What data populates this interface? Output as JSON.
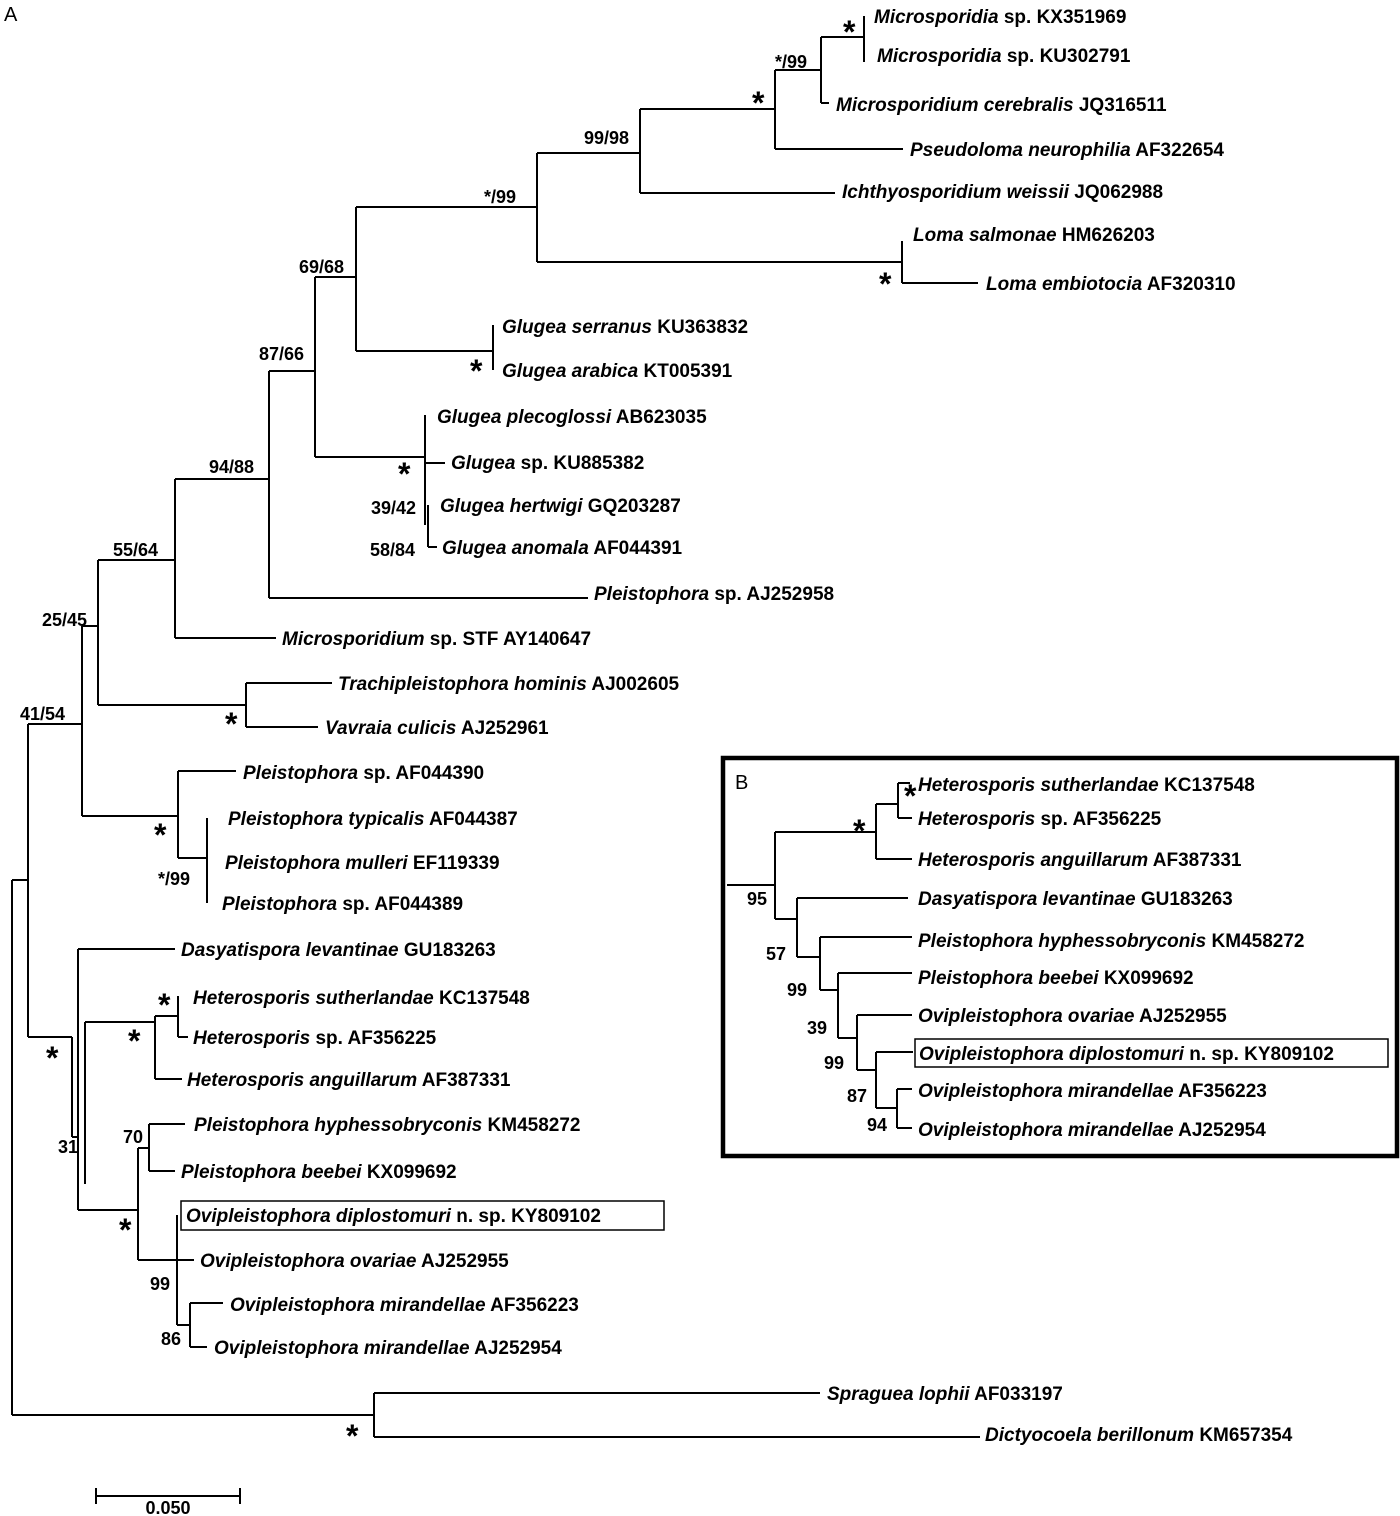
{
  "panels": {
    "a": "A",
    "b": "B"
  },
  "scale_bar": {
    "label": "0.050"
  },
  "taxa": {
    "t1": {
      "genus": "Microsporidia",
      "rest": " sp. KX351969"
    },
    "t2": {
      "genus": "Microsporidia",
      "rest": " sp. KU302791"
    },
    "t3": {
      "genus": "Microsporidium cerebralis",
      "rest": " JQ316511"
    },
    "t4": {
      "genus": "Pseudoloma neurophilia",
      "rest": " AF322654"
    },
    "t5": {
      "genus": "Ichthyosporidium weissii",
      "rest": " JQ062988"
    },
    "t6": {
      "genus": "Loma salmonae",
      "rest": " HM626203"
    },
    "t7": {
      "genus": "Loma embiotocia",
      "rest": " AF320310"
    },
    "t8": {
      "genus": "Glugea serranus",
      "rest": " KU363832"
    },
    "t9": {
      "genus": "Glugea arabica",
      "rest": " KT005391"
    },
    "t10": {
      "genus": "Glugea plecoglossi",
      "rest": " AB623035"
    },
    "t11": {
      "genus": "Glugea",
      "rest": " sp. KU885382"
    },
    "t12": {
      "genus": "Glugea hertwigi",
      "rest": " GQ203287"
    },
    "t13": {
      "genus": "Glugea anomala",
      "rest": " AF044391"
    },
    "t14": {
      "genus": "Pleistophora",
      "rest": " sp. AJ252958"
    },
    "t15": {
      "genus": "Microsporidium",
      "rest": " sp. STF AY140647"
    },
    "t16": {
      "genus": "Trachipleistophora hominis",
      "rest": " AJ002605"
    },
    "t17": {
      "genus": "Vavraia culicis",
      "rest": " AJ252961"
    },
    "t18": {
      "genus": "Pleistophora",
      "rest": " sp. AF044390"
    },
    "t19": {
      "genus": "Pleistophora typicalis",
      "rest": " AF044387"
    },
    "t20": {
      "genus": "Pleistophora mulleri",
      "rest": " EF119339"
    },
    "t21": {
      "genus": "Pleistophora",
      "rest": " sp. AF044389"
    },
    "t22": {
      "genus": "Dasyatispora levantinae",
      "rest": " GU183263"
    },
    "t23": {
      "genus": "Heterosporis sutherlandae",
      "rest": " KC137548"
    },
    "t24": {
      "genus": "Heterosporis",
      "rest": " sp. AF356225"
    },
    "t25": {
      "genus": "Heterosporis anguillarum",
      "rest": " AF387331"
    },
    "t26": {
      "genus": "Pleistophora hyphessobryconis",
      "rest": " KM458272"
    },
    "t27": {
      "genus": "Pleistophora beebei",
      "rest": " KX099692"
    },
    "t28": {
      "genus": "Ovipleistophora diplostomuri",
      "rest": " n. sp. KY809102"
    },
    "t29": {
      "genus": "Ovipleistophora ovariae",
      "rest": " AJ252955"
    },
    "t30": {
      "genus": "Ovipleistophora mirandellae",
      "rest": " AF356223"
    },
    "t31": {
      "genus": "Ovipleistophora mirandellae",
      "rest": " AJ252954"
    },
    "t32": {
      "genus": "Spraguea lophii",
      "rest": " AF033197"
    },
    "t33": {
      "genus": "Dictyocoela berillonum",
      "rest": " KM657354"
    }
  },
  "support_a": {
    "s1": "*",
    "s2": "*/99",
    "s3": "*",
    "s4": "99/98",
    "s5": "*/99",
    "s6": "*",
    "s7": "69/68",
    "s8": "*",
    "s9": "87/66",
    "s10": "*",
    "s11": "39/42",
    "s12": "58/84",
    "s13": "94/88",
    "s14": "55/64",
    "s15": "25/45",
    "s16": "*",
    "s17": "41/54",
    "s18": "*",
    "s19": "*/99",
    "s20": "*",
    "s21": "*",
    "s22": "*",
    "s23": "31",
    "s24": "70",
    "s25": "*",
    "s26": "99",
    "s27": "86",
    "s28": "*"
  },
  "support_b": {
    "b1": "*",
    "b2": "*",
    "b3": "95",
    "b4": "57",
    "b5": "99",
    "b6": "39",
    "b7": "99",
    "b8": "87",
    "b9": "94"
  }
}
